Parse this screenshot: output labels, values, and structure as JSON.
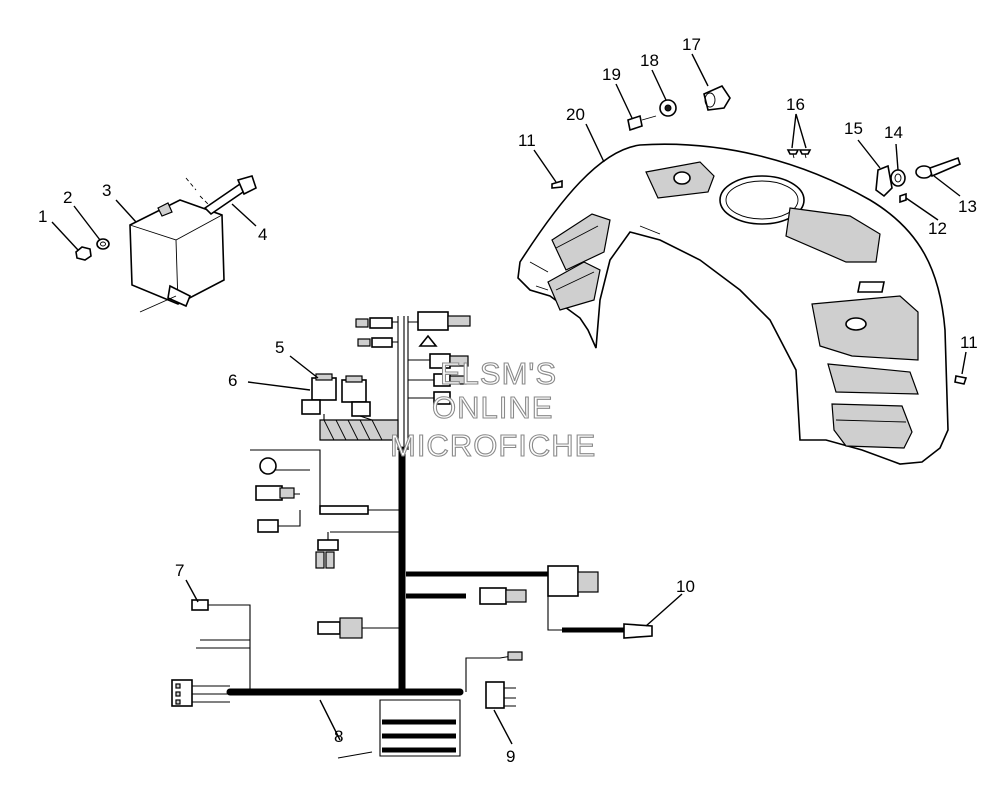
{
  "diagram": {
    "callouts": [
      {
        "id": "1",
        "label": "1"
      },
      {
        "id": "2",
        "label": "2"
      },
      {
        "id": "3",
        "label": "3"
      },
      {
        "id": "4",
        "label": "4"
      },
      {
        "id": "5",
        "label": "5"
      },
      {
        "id": "6",
        "label": "6"
      },
      {
        "id": "7",
        "label": "7"
      },
      {
        "id": "8",
        "label": "8"
      },
      {
        "id": "9",
        "label": "9"
      },
      {
        "id": "10",
        "label": "10"
      },
      {
        "id": "11a",
        "label": "11"
      },
      {
        "id": "11b",
        "label": "11"
      },
      {
        "id": "12",
        "label": "12"
      },
      {
        "id": "13",
        "label": "13"
      },
      {
        "id": "14",
        "label": "14"
      },
      {
        "id": "15",
        "label": "15"
      },
      {
        "id": "16",
        "label": "16"
      },
      {
        "id": "17",
        "label": "17"
      },
      {
        "id": "18",
        "label": "18"
      },
      {
        "id": "19",
        "label": "19"
      },
      {
        "id": "20",
        "label": "20"
      }
    ],
    "watermark": [
      "ELSM'S",
      "ONLINE",
      "MICROFICHE"
    ]
  }
}
